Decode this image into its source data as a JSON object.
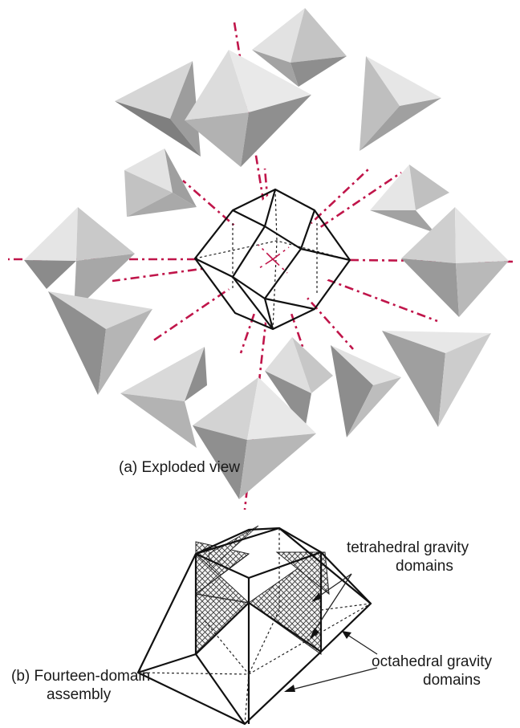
{
  "figure": {
    "caption_a": "(a) Exploded view",
    "caption_b_line1": "(b) Fourteen-domain",
    "caption_b_line2": "assembly",
    "label_tetra_line1": "tetrahedral gravity",
    "label_tetra_line2": "domains",
    "label_octa_line1": "octahedral gravity",
    "label_octa_line2": "domains"
  },
  "colors": {
    "axis": "#c0154a",
    "face_light": "#e0e0e0",
    "face_mid": "#bdbdbd",
    "face_dark": "#8c8c8c",
    "line": "#111111"
  }
}
